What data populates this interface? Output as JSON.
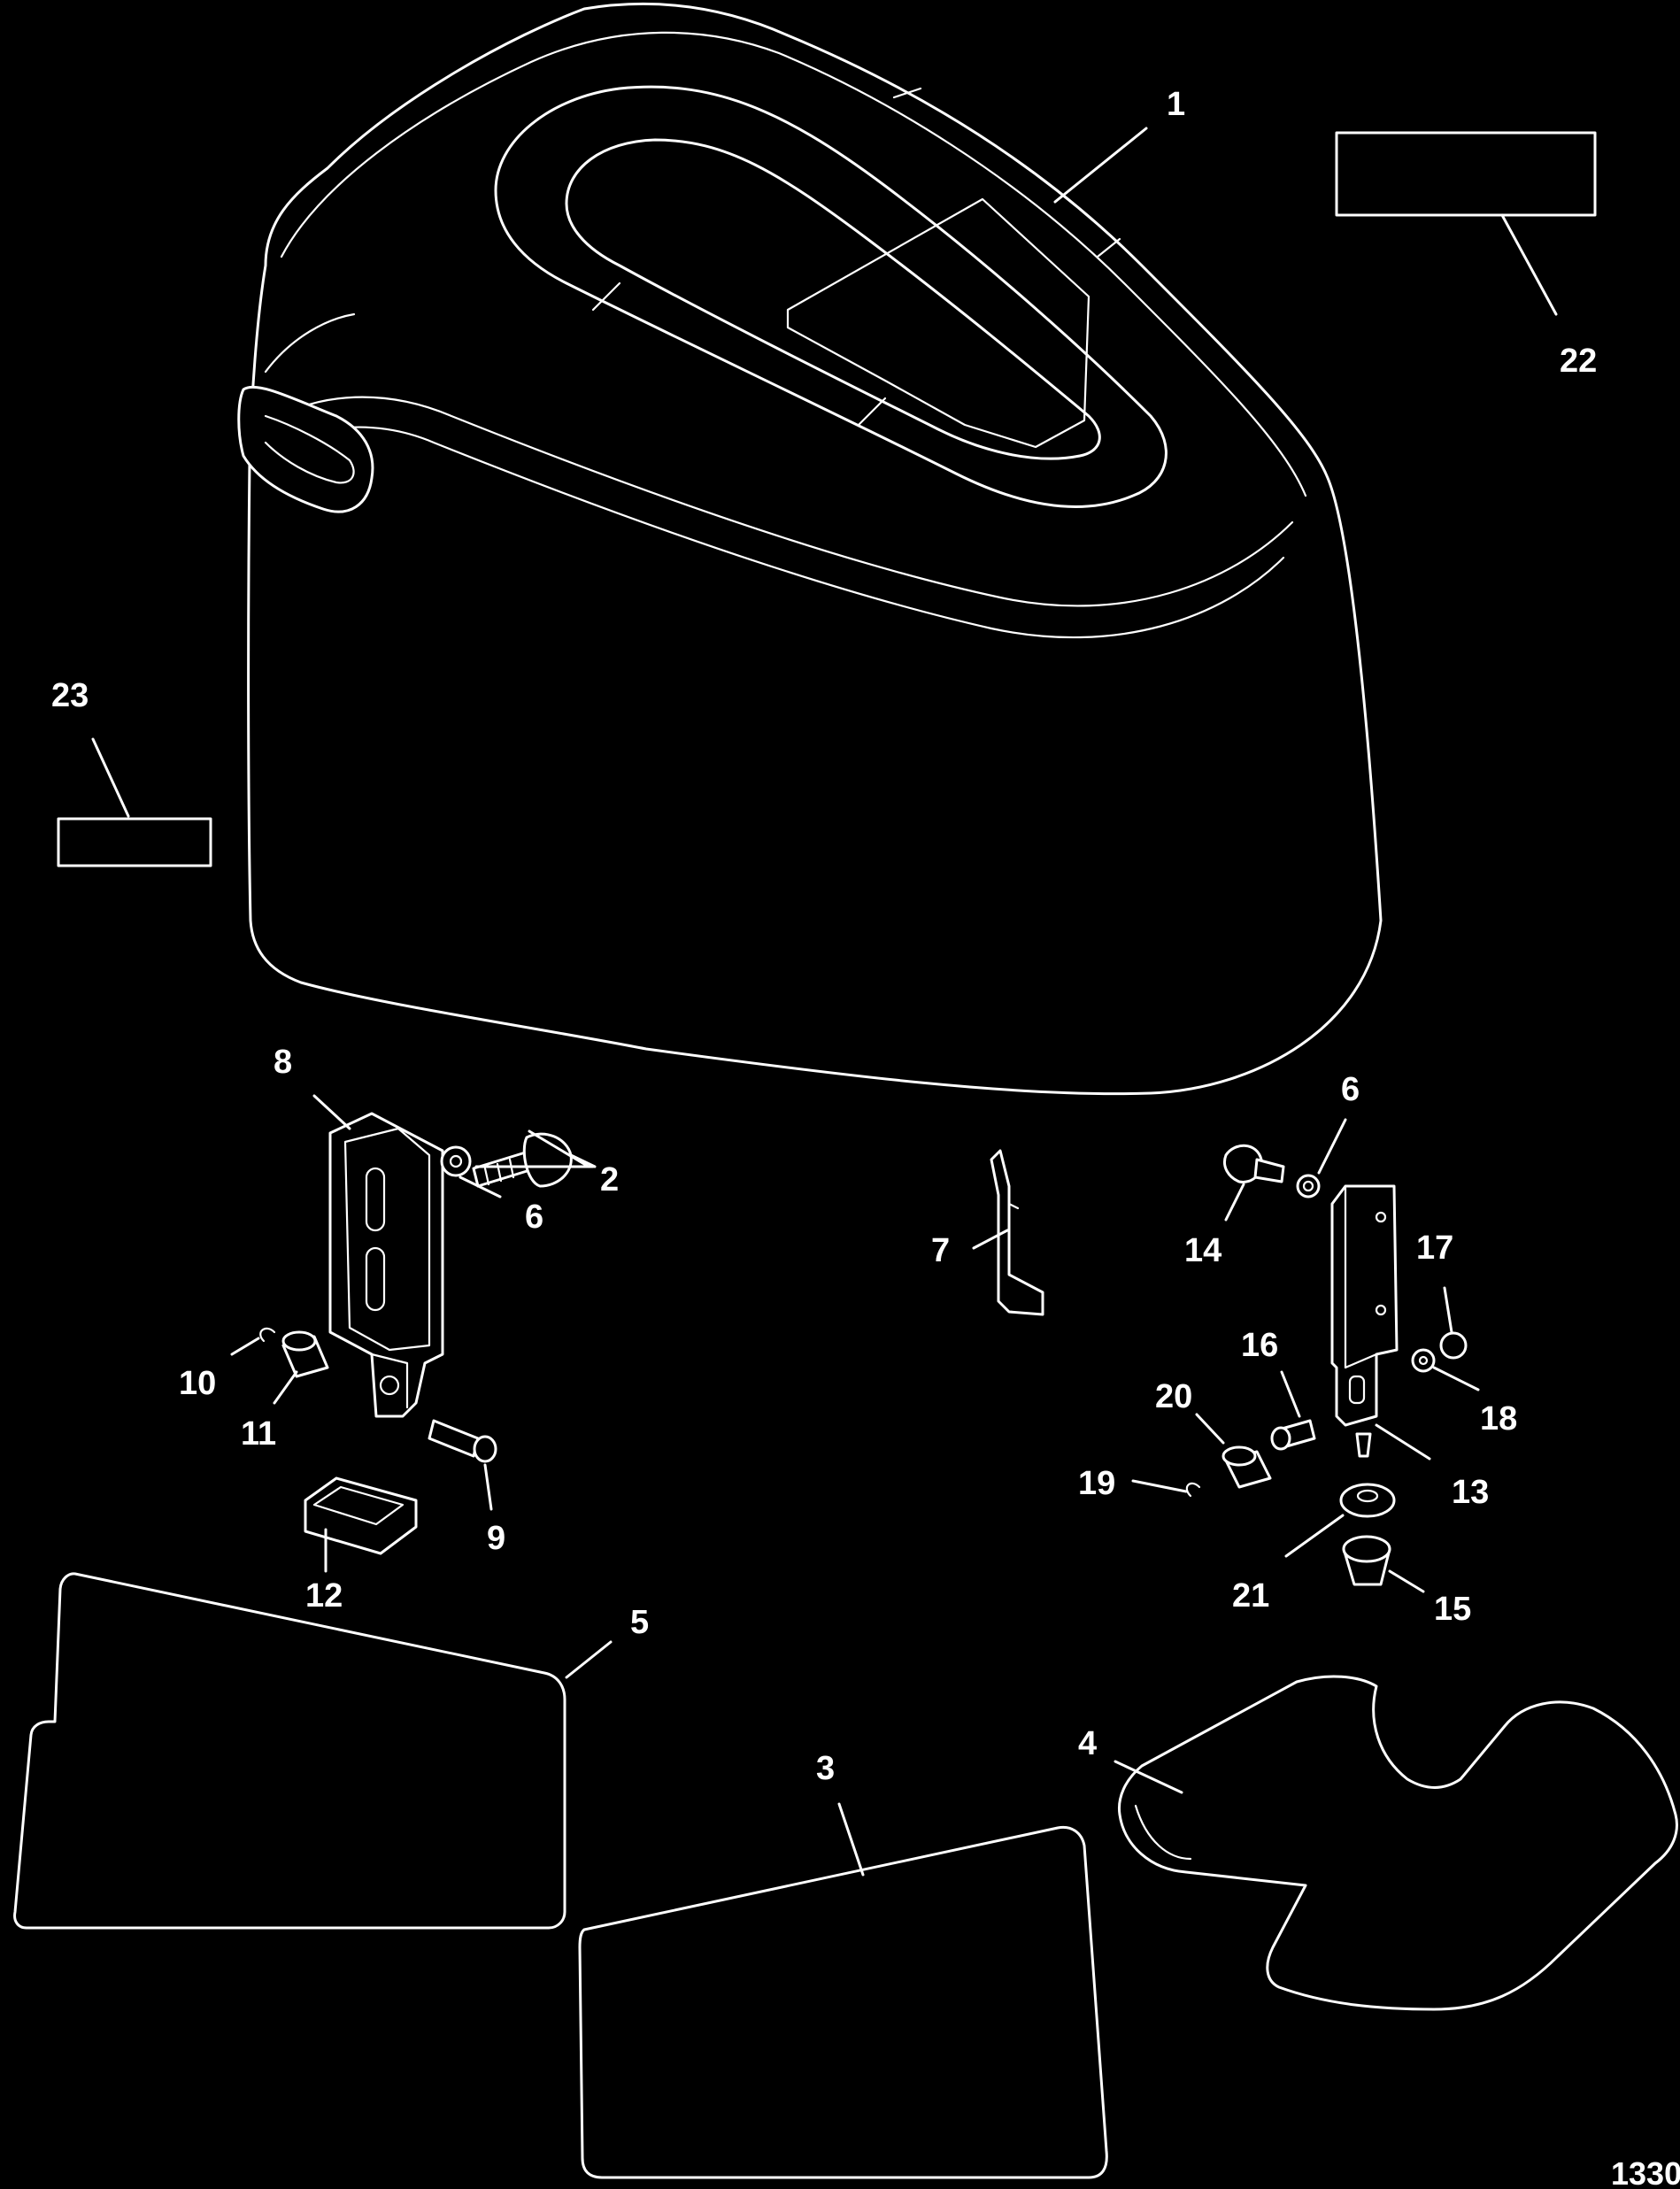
{
  "callouts": {
    "c1": "1",
    "c2": "2",
    "c3": "3",
    "c4": "4",
    "c5": "5",
    "c6a": "6",
    "c6b": "6",
    "c7": "7",
    "c8": "8",
    "c9": "9",
    "c10": "10",
    "c11": "11",
    "c12": "12",
    "c13": "13",
    "c14": "14",
    "c15": "15",
    "c16": "16",
    "c17": "17",
    "c18": "18",
    "c19": "19",
    "c20": "20",
    "c21": "21",
    "c22": "22",
    "c23": "23"
  },
  "figure_id": "1330"
}
